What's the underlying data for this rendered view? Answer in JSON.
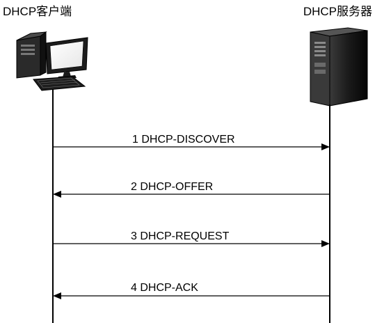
{
  "client": {
    "label": "DHCP客户端",
    "icon": "desktop-computer-icon"
  },
  "server": {
    "label": "DHCP服务器",
    "icon": "tower-server-icon"
  },
  "messages": [
    {
      "label": "1 DHCP-DISCOVER",
      "from": "client",
      "to": "server"
    },
    {
      "label": "2 DHCP-OFFER",
      "from": "server",
      "to": "client"
    },
    {
      "label": "3 DHCP-REQUEST",
      "from": "client",
      "to": "server"
    },
    {
      "label": "4 DHCP-ACK",
      "from": "server",
      "to": "client"
    }
  ]
}
